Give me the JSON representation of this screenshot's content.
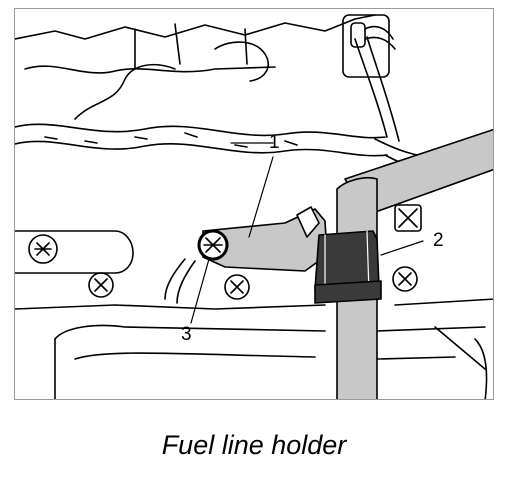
{
  "figure": {
    "caption": "Fuel line holder",
    "callouts": [
      {
        "id": "callout-1",
        "label": "1"
      },
      {
        "id": "callout-2",
        "label": "2"
      },
      {
        "id": "callout-3",
        "label": "3"
      }
    ]
  },
  "colors": {
    "line": "#000000",
    "grey_fill": "#c8c8c8",
    "dark_fill": "#3a3a3a",
    "frame": "#9a9a9a"
  },
  "icons": [
    "torx-bolt-icon",
    "fuel-line-clamp-icon",
    "wiring-harness-icon"
  ]
}
